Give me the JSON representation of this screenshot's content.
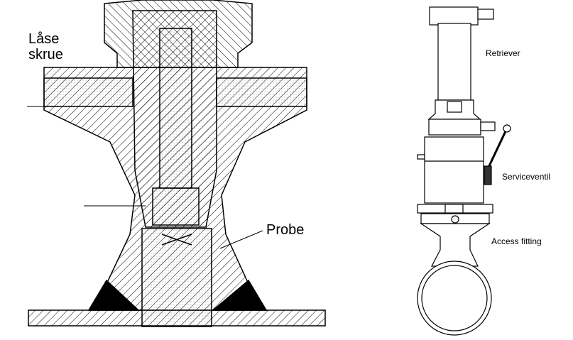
{
  "left_figure": {
    "labels": {
      "lock_screw_line1": "Låse",
      "lock_screw_line2": "skrue",
      "probe": "Probe"
    }
  },
  "right_figure": {
    "labels": {
      "retriever": "Retriever",
      "service_valve": "Serviceventil",
      "access_fitting": "Access fitting"
    }
  }
}
